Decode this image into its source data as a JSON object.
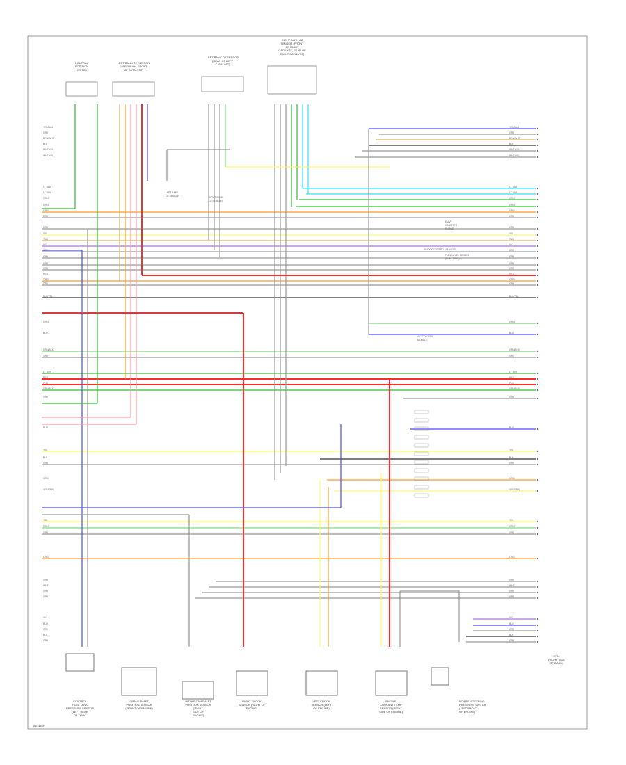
{
  "diagram": {
    "footer_code": "RE8M5F",
    "right_edge_caption": [
      "ECM",
      "(RIGHT SIDE",
      "OF DASH)"
    ],
    "top_components": [
      {
        "id": "neutral-switch",
        "lines": [
          "NEUTRAL",
          "POSITION",
          "SWITCH"
        ]
      },
      {
        "id": "left-o2-sensor",
        "lines": [
          "LEFT BANK O2 SENSOR",
          "(UPSTREAM, FRONT",
          "OF CATALYST)"
        ]
      },
      {
        "id": "left-o2-sensor-2",
        "lines": [
          "LEFT BANK O2 SENSOR",
          "(REAR OF LEFT",
          "CATALYST)"
        ]
      },
      {
        "id": "right-o2-sensor",
        "lines": [
          "RIGHT BANK O2",
          "SENSOR (FRONT",
          "OF RIGHT",
          "CATALYST, REAR OF",
          "RIGHT CATALYST)"
        ]
      }
    ],
    "bottom_components": [
      {
        "id": "fuel-pressure-sensor",
        "lines": [
          "CONTROL",
          "FUEL TANK",
          "PRESSURE SENSOR",
          "(LEFT REAR",
          "OF TANK)"
        ]
      },
      {
        "id": "crankshaft-sensor",
        "lines": [
          "CRANKSHAFT",
          "POSITION SENSOR",
          "(FRONT OF ENGINE)"
        ]
      },
      {
        "id": "camshaft-sensor",
        "lines": [
          "INTAKE CAMSHAFT",
          "POSITION SENSOR",
          "(RIGHT",
          "SIDE OF",
          "ENGINE)"
        ]
      },
      {
        "id": "right-knock-sensor",
        "lines": [
          "RIGHT KNOCK",
          "SENSOR (RIGHT OF",
          "ENGINE)"
        ]
      },
      {
        "id": "left-knock-sensor",
        "lines": [
          "LEFT KNOCK",
          "SENSOR (LEFT",
          "OF ENGINE)"
        ]
      },
      {
        "id": "ect-sensor",
        "lines": [
          "ENGINE",
          "COOLANT TEMP",
          "SENSOR (RIGHT",
          "SIDE OF ENGINE)"
        ]
      },
      {
        "id": "power-steering-switch",
        "lines": [
          "POWER STEERING",
          "PRESSURE SWITCH",
          "(LEFT FRONT",
          "OF ENGINE)"
        ]
      }
    ],
    "middle_labels": [
      {
        "id": "left-bank-relay",
        "lines": [
          "LEFT BANK",
          "O2 SENSOR"
        ]
      },
      {
        "id": "right-bank-relay",
        "lines": [
          "RIGHT BANK",
          "O2 SENSOR"
        ]
      },
      {
        "id": "evap-purge",
        "lines": [
          "EVAP",
          "CANISTER",
          "PURGE"
        ]
      },
      {
        "id": "knock-control",
        "lines": [
          "KNOCK CONTROL SENSOR"
        ]
      },
      {
        "id": "ac-control",
        "lines": [
          "A/C CONTROL",
          "MODULE"
        ]
      },
      {
        "id": "fuel-level",
        "lines": [
          "FUEL LEVEL SENSOR",
          "(FUEL TANK)"
        ]
      }
    ],
    "wire_labels": {
      "yel_blu": "YEL/BLU",
      "gry": "GRY",
      "brn_wht": "BRN/WHT",
      "blk": "BLK",
      "wht_yel": "WHT/YEL",
      "lt_grn": "LT GRN",
      "grn": "GRN",
      "red": "RED",
      "pnk": "PNK",
      "org": "ORG",
      "tan": "TAN",
      "vio": "VIO",
      "blu": "BLU",
      "wht": "WHT",
      "blk_yel": "BLK/YEL",
      "grn_blk": "GRN/BLK",
      "red_blk": "RED/BLK",
      "lt_blu": "LT BLU",
      "yel": "YEL",
      "yel_grn": "YEL/GRN",
      "blk_wht": "BLK/WHT",
      "blu_yel": "BLU/YEL"
    }
  },
  "colors": {
    "red": "#ff2a2a",
    "blue": "#4a4aff",
    "violet": "#b36bff",
    "green": "#2fbf2f",
    "lightgreen": "#7fdf7f",
    "cyan": "#33e0ff",
    "yellow": "#ffff55",
    "orange": "#ff9a2a",
    "tan": "#d8b060",
    "pink": "#ff9aa8",
    "gray": "#999999",
    "black": "#333333"
  }
}
